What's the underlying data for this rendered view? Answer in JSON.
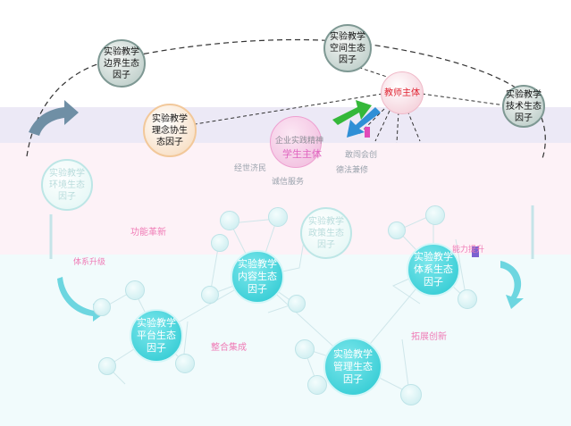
{
  "outer_nodes": {
    "boundary": "实验教学\n边界生态\n因子",
    "space": "实验教学\n空间生态\n因子",
    "tech": "实验教学\n技术生态\n因子",
    "concept": "实验教学\n理念协生\n态因子",
    "left": "实验教学\n环境生态\n因子",
    "policy": "实验教学\n政策生态\n因子"
  },
  "teacher": "教师主体",
  "student": "学生主体",
  "enterprise": "企业实践精神",
  "student_traits": [
    "经世济民",
    "诚信服务",
    "德法兼修",
    "敢闯会创"
  ],
  "big_nodes": {
    "content": "实验教学\n内容生态\n因子",
    "system": "实验教学\n体系生态\n因子",
    "platform": "实验教学\n平台生态\n因子",
    "management": "实验教学\n管理生态\n因子"
  },
  "process_labels": {
    "function": "功能革新",
    "integrate": "整合集成",
    "expand": "拓展创新",
    "system_upgrade": "体系升级",
    "capability": "能力提升"
  },
  "colors": {
    "accent_pink": "#f07bb6",
    "cyan": "#26c7d0",
    "band_top": "#ece9f6",
    "band_mid": "#fdf2f7",
    "band_low": "#f1fbfc",
    "teacher_text": "#e0202e",
    "student_text": "#e066c0"
  }
}
